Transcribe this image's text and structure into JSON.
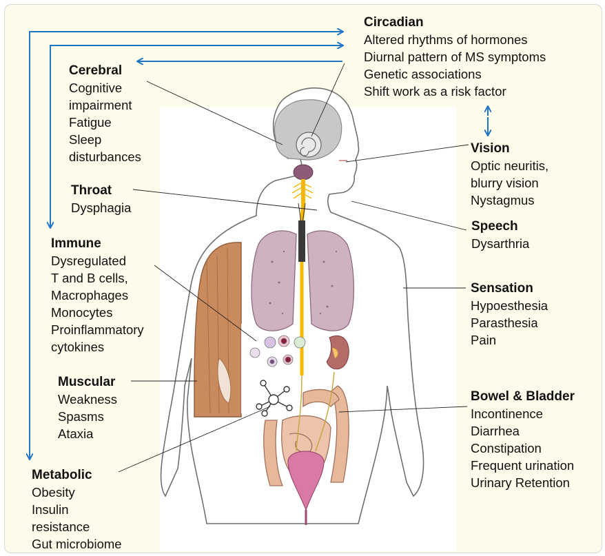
{
  "labels": {
    "circadian": {
      "title": "Circadian",
      "lines": [
        "Altered rhythms of hormones",
        "Diurnal pattern of MS symptoms",
        "Genetic associations",
        "Shift work as a risk factor"
      ]
    },
    "cerebral": {
      "title": "Cerebral",
      "lines": [
        "Cognitive",
        "impairment",
        "Fatigue",
        "Sleep",
        "disturbances"
      ]
    },
    "throat": {
      "title": "Throat",
      "lines": [
        "Dysphagia"
      ]
    },
    "immune": {
      "title": "Immune",
      "lines": [
        "Dysregulated",
        "T and B cells,",
        "Macrophages",
        "Monocytes",
        "Proinflammatory",
        "cytokines"
      ]
    },
    "muscular": {
      "title": "Muscular",
      "lines": [
        "Weakness",
        "Spasms",
        "Ataxia"
      ]
    },
    "metabolic": {
      "title": "Metabolic",
      "lines": [
        "Obesity",
        "Insulin",
        "resistance",
        "Gut microbiome"
      ]
    },
    "vision": {
      "title": "Vision",
      "lines": [
        "Optic neuritis,",
        "blurry vision",
        "Nystagmus"
      ]
    },
    "speech": {
      "title": "Speech",
      "lines": [
        "Dysarthria"
      ]
    },
    "sensation": {
      "title": "Sensation",
      "lines": [
        "Hypoesthesia",
        "Parasthesia",
        "Pain"
      ]
    },
    "bowel": {
      "title": "Bowel & Bladder",
      "lines": [
        "Incontinence",
        "Diarrhea",
        "Constipation",
        "Frequent urination",
        "Urinary Retention"
      ]
    }
  },
  "colors": {
    "arrow": "#1f74c8",
    "panel": "#fdfbea",
    "muscle": "#c98a5e",
    "lung": "#cfb2c2",
    "spine": "#f5b800",
    "brain": "#bdbdbd",
    "intestine": "#e8b89a"
  }
}
